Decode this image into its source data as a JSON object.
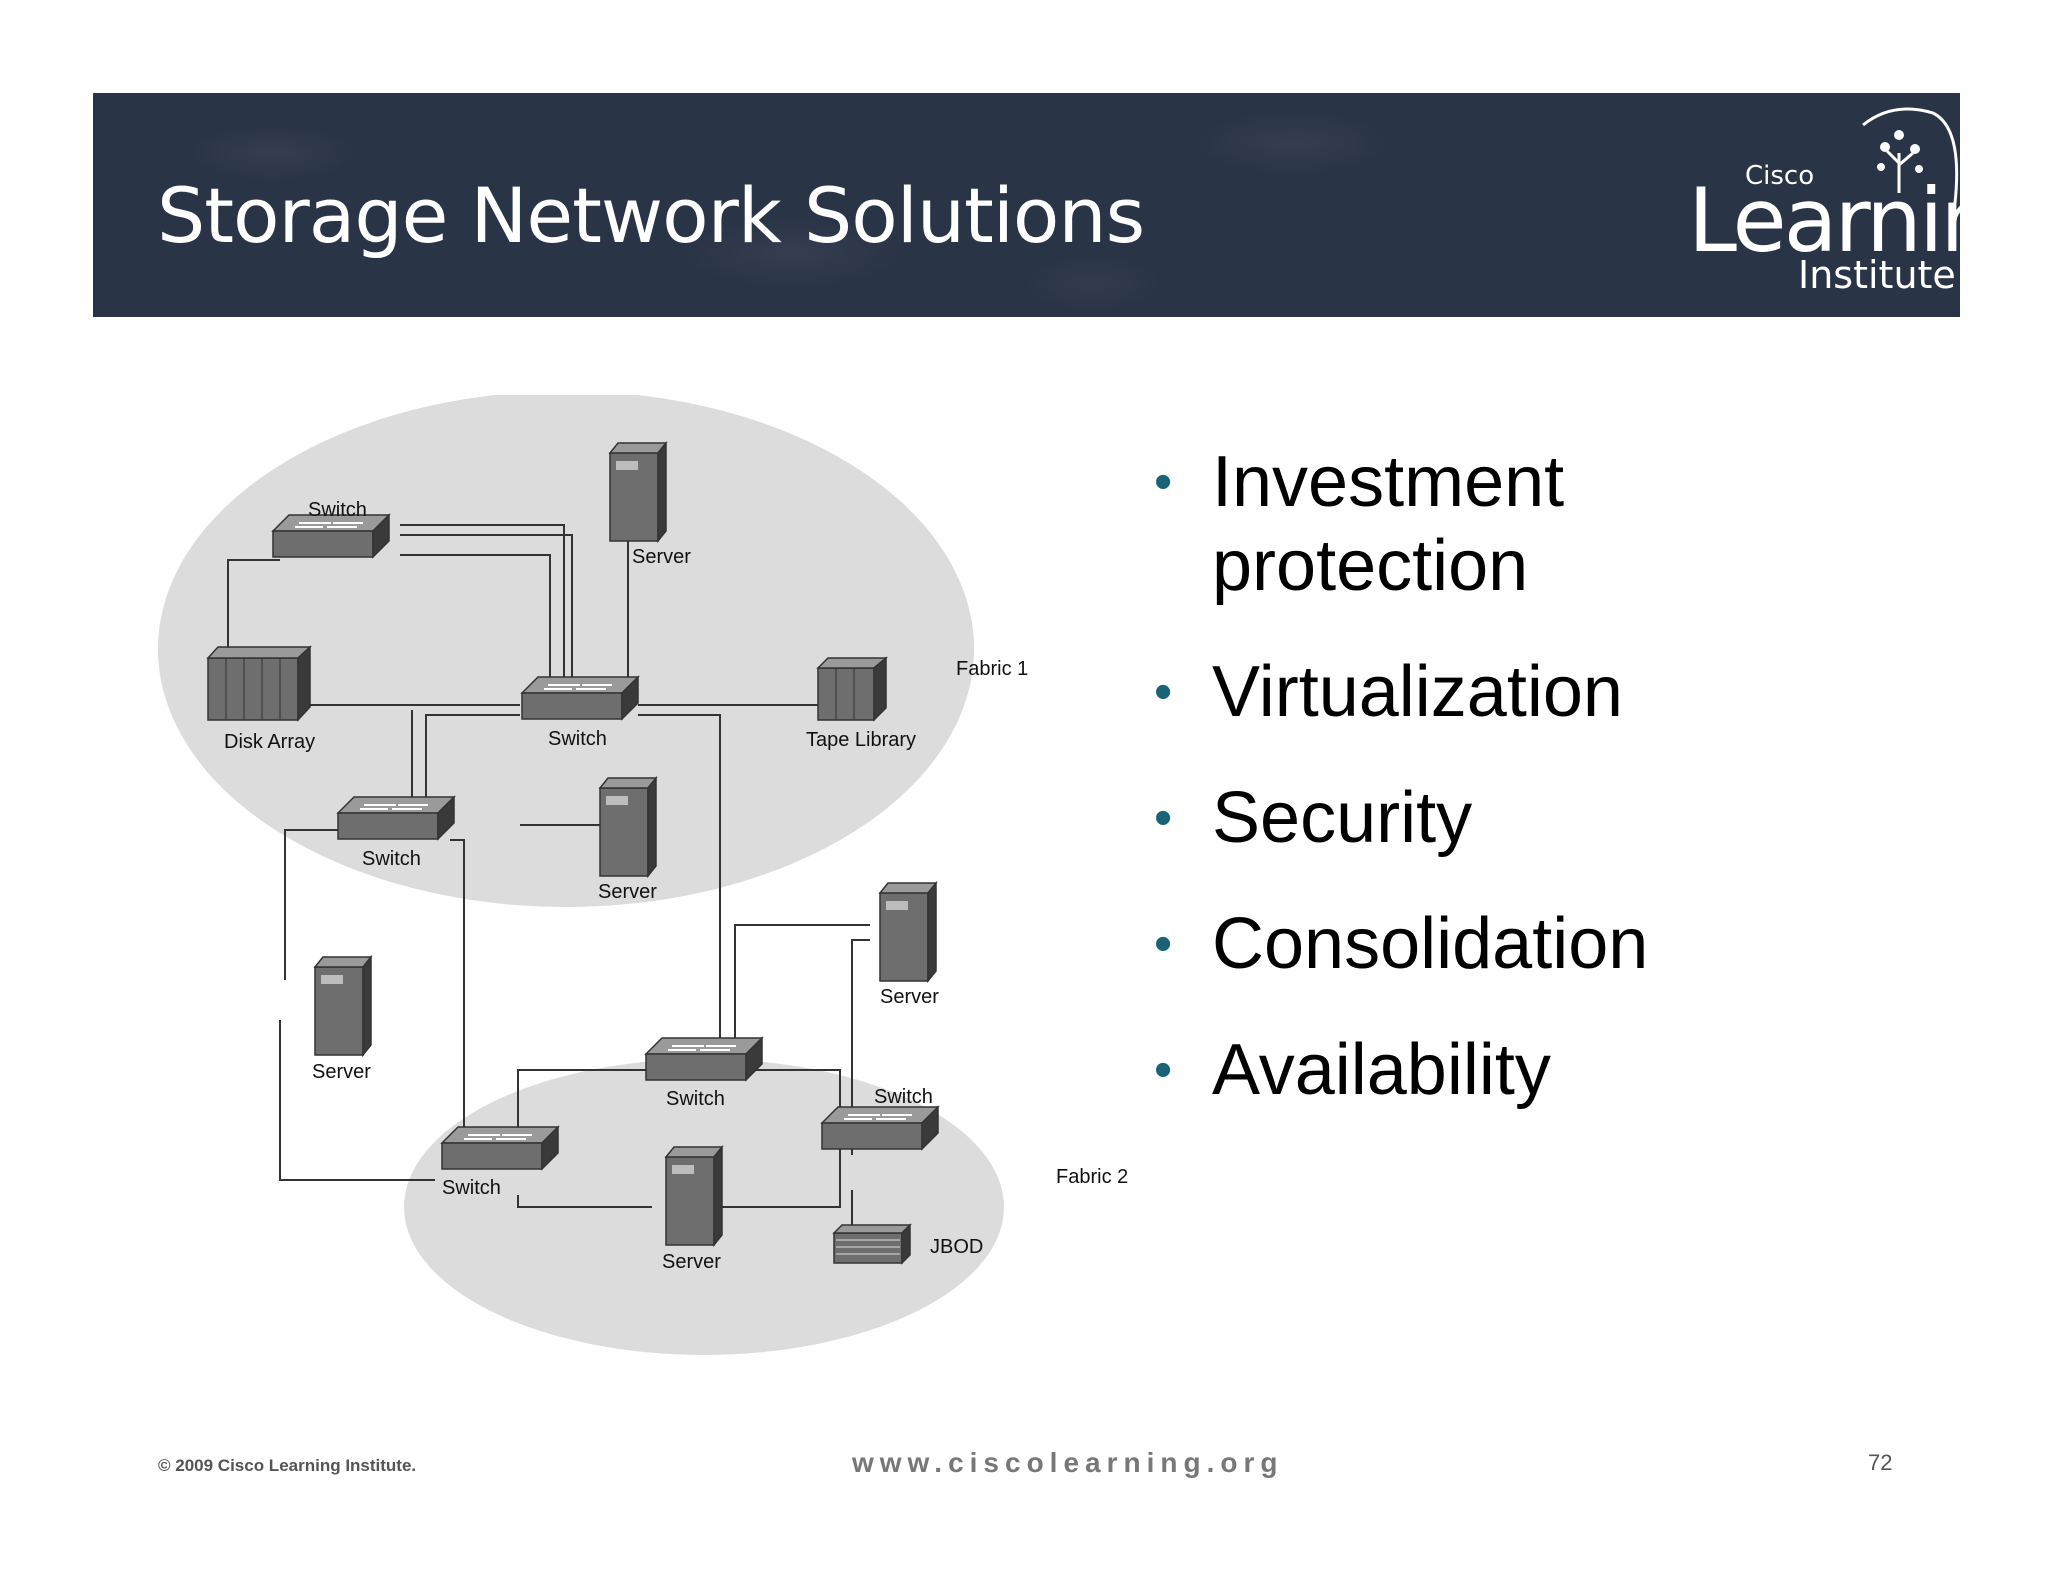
{
  "slide": {
    "title": "Storage Network Solutions",
    "logo": {
      "small": "Cisco",
      "large": "Learning",
      "sub": "Institute"
    },
    "bullets": [
      "Investment protection",
      "Virtualization",
      "Security",
      "Consolidation",
      "Availability"
    ],
    "footer": {
      "copyright": "© 2009 Cisco Learning Institute.",
      "url": "www.ciscolearning.org",
      "page": "72"
    }
  },
  "diagram": {
    "fabrics": [
      "Fabric 1",
      "Fabric 2"
    ],
    "labels": {
      "switch": "Switch",
      "server": "Server",
      "disk_array": "Disk Array",
      "tape_library": "Tape Library",
      "jbod": "JBOD"
    }
  },
  "colors": {
    "header_bg": "#2a3447",
    "bullet": "#1a6278",
    "fabric_fill": "#dcdcdc",
    "device": "#6e6e6e"
  }
}
